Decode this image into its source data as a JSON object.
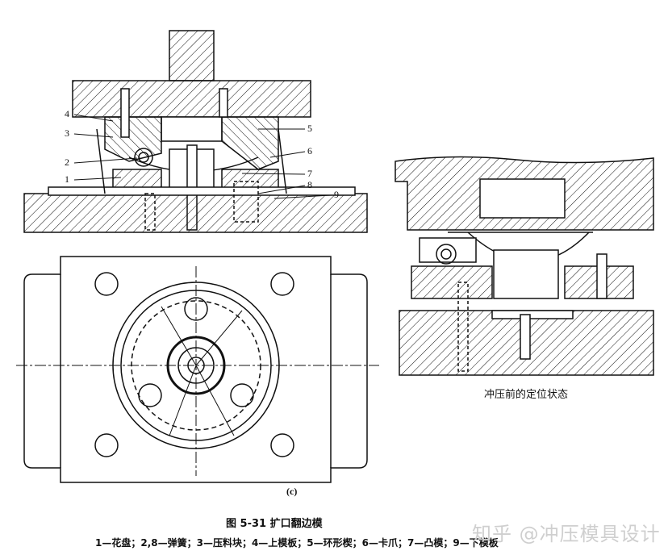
{
  "figure": {
    "part_labels": [
      "4",
      "3",
      "2",
      "1",
      "5",
      "6",
      "7",
      "8",
      "9"
    ],
    "subfigure_label": "(c)",
    "inset_caption": "冲压前的定位状态",
    "title": "图 5-31   扩口翻边模",
    "legend": "1—花盘；2,8—弹簧；3—压料块；4—上模板；5—环形楔；6—卡爪；7—凸模；9—下模板"
  },
  "watermark": "知乎 @冲压模具设计",
  "colors": {
    "ink": "#111111",
    "paper": "#ffffff",
    "watermark": "#cfcfcf"
  }
}
